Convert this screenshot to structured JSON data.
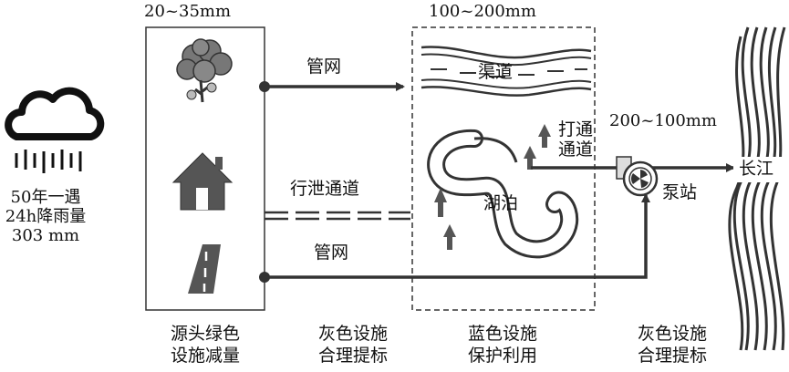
{
  "rainfall": {
    "line1": "50年一遇",
    "line2": "24h降雨量",
    "line3": "303 mm"
  },
  "capacities": {
    "green": "20~35mm",
    "blue": "100~200mm",
    "pump": "200~100mm"
  },
  "flows": {
    "pipe_top": "管网",
    "drain_channel": "行泄通道",
    "pipe_bottom": "管网",
    "dredge_line1": "打通",
    "dredge_line2": "通道"
  },
  "elements": {
    "canal": "渠道",
    "lake": "湖泊",
    "pump_station": "泵站",
    "river": "长江"
  },
  "stages": [
    {
      "line1": "源头绿色",
      "line2": "设施减量"
    },
    {
      "line1": "灰色设施",
      "line2": "合理提标"
    },
    {
      "line1": "蓝色设施",
      "line2": "保护利用"
    },
    {
      "line1": "灰色设施",
      "line2": "合理提标"
    }
  ],
  "colors": {
    "ink": "#111111",
    "arrow": "#333333",
    "light_fill": "#cfcfcf",
    "icon_fill": "#555555"
  }
}
